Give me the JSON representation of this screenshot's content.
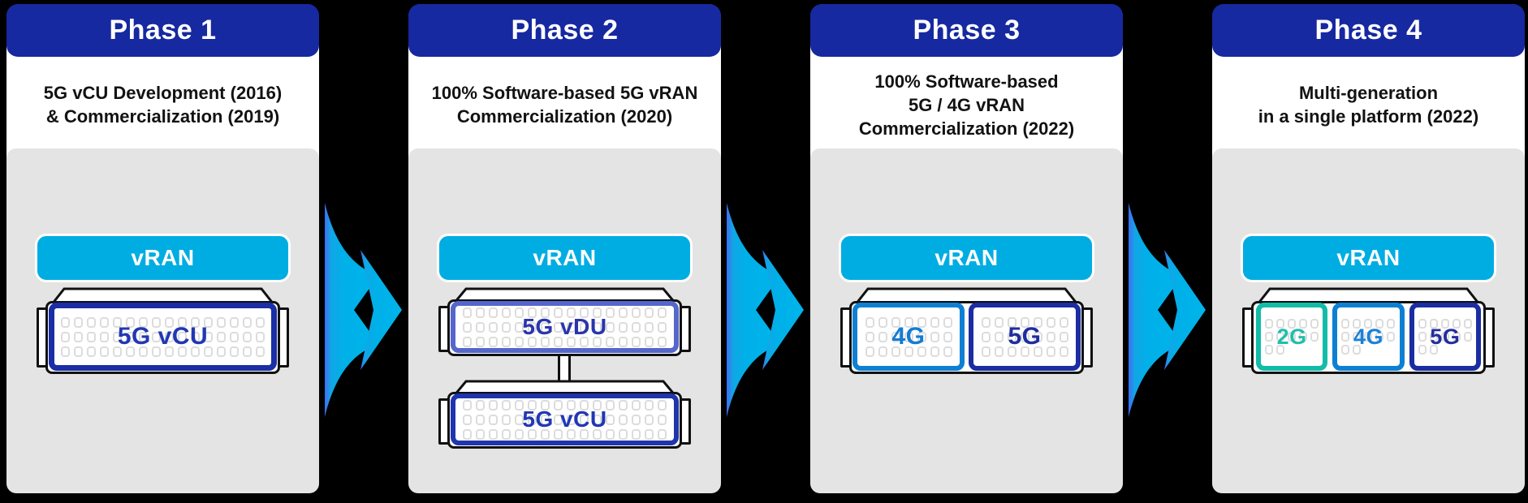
{
  "colors": {
    "header_blue": "#1629a0",
    "vran_cyan": "#00ade2",
    "arrow_cyan": "#00b2e8",
    "card_gray": "#e4e4e4",
    "navy": "#1b2ea6",
    "mid_blue": "#0e80d4",
    "teal": "#12bca8",
    "vdu_blue": "#5566cc"
  },
  "phases": [
    {
      "title": "Phase 1",
      "description_lines": [
        "5G vCU Development (2016)",
        "& Commercialization (2019)"
      ],
      "vran_label": "vRAN",
      "servers": [
        {
          "modules": [
            {
              "label": "5G vCU",
              "border_color": "#1b2ea6",
              "text_color": "#2137b4"
            }
          ]
        }
      ]
    },
    {
      "title": "Phase 2",
      "description_lines": [
        "100% Software-based 5G vRAN",
        "Commercialization (2020)"
      ],
      "vran_label": "vRAN",
      "servers": [
        {
          "modules": [
            {
              "label": "5G vDU",
              "border_color": "#5566cc",
              "text_color": "#2a35ab"
            }
          ]
        },
        {
          "modules": [
            {
              "label": "5G vCU",
              "border_color": "#1e35ae",
              "text_color": "#2137b4"
            }
          ]
        }
      ]
    },
    {
      "title": "Phase 3",
      "description_lines": [
        "100% Software-based",
        "5G / 4G vRAN",
        "Commercialization (2022)"
      ],
      "vran_label": "vRAN",
      "servers": [
        {
          "modules": [
            {
              "label": "4G",
              "border_color": "#0e80d4",
              "text_color": "#137cd4"
            },
            {
              "label": "5G",
              "border_color": "#1b2da2",
              "text_color": "#1e2d9f"
            }
          ]
        }
      ]
    },
    {
      "title": "Phase 4",
      "description_lines": [
        "Multi-generation",
        "in a single platform (2022)"
      ],
      "vran_label": "vRAN",
      "servers": [
        {
          "modules": [
            {
              "label": "2G",
              "border_color": "#12bca8",
              "text_color": "#1fbfab"
            },
            {
              "label": "4G",
              "border_color": "#0e80d4",
              "text_color": "#1a80d8"
            },
            {
              "label": "5G",
              "border_color": "#1b2da2",
              "text_color": "#232e9e"
            }
          ]
        }
      ]
    }
  ]
}
